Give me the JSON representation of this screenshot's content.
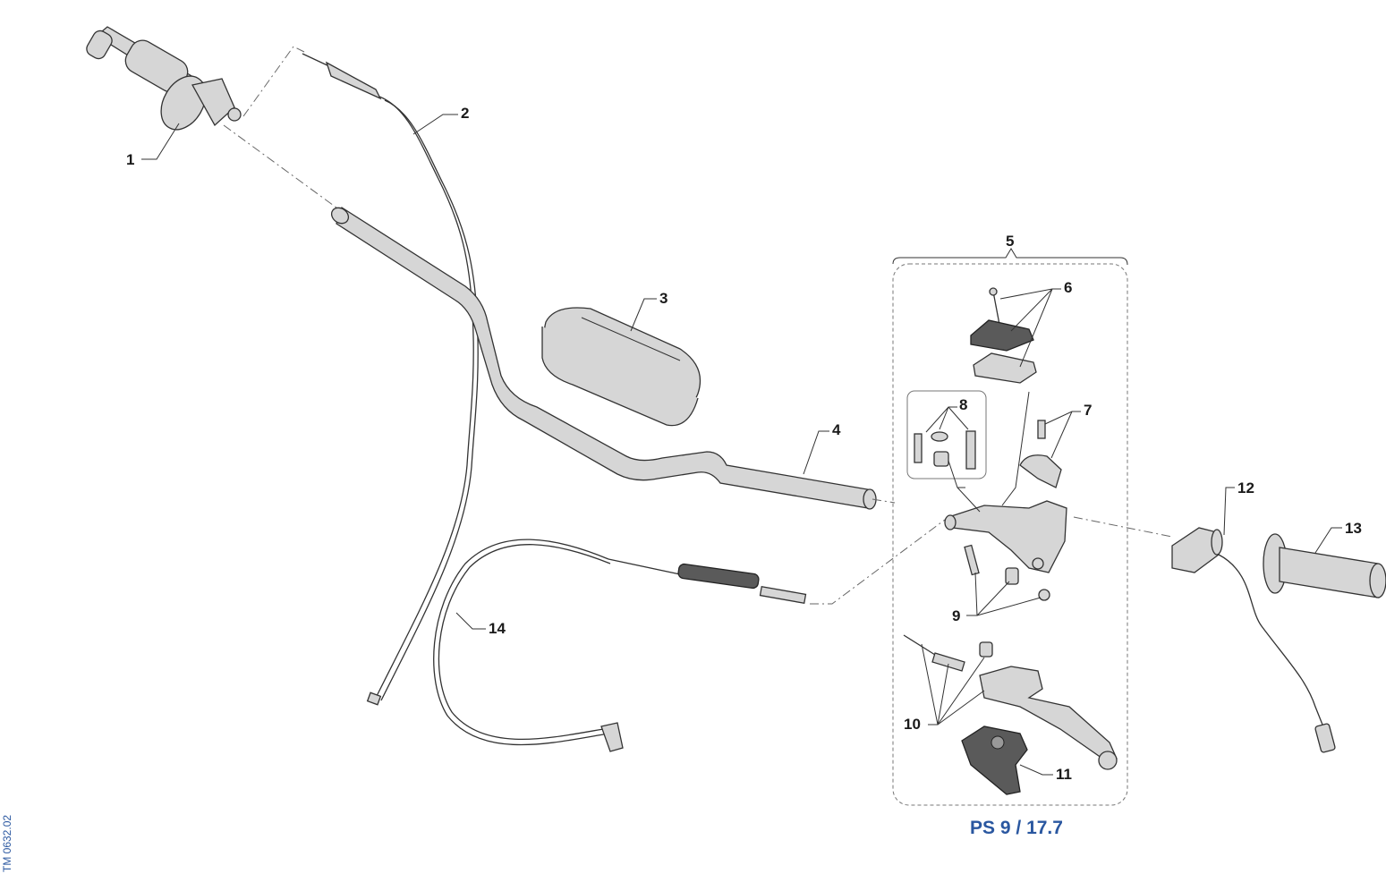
{
  "callouts": {
    "c1": "1",
    "c2": "2",
    "c3": "3",
    "c4": "4",
    "c5": "5",
    "c6": "6",
    "c7": "7",
    "c8": "8",
    "c9": "9",
    "c10": "10",
    "c11": "11",
    "c12": "12",
    "c13": "13",
    "c14": "14"
  },
  "reference": "PS 9 / 17.7",
  "doc_id": "TM 0632.02",
  "colors": {
    "reference_text": "#2a57a0",
    "line": "#333333",
    "part_fill": "#d6d6d6"
  }
}
